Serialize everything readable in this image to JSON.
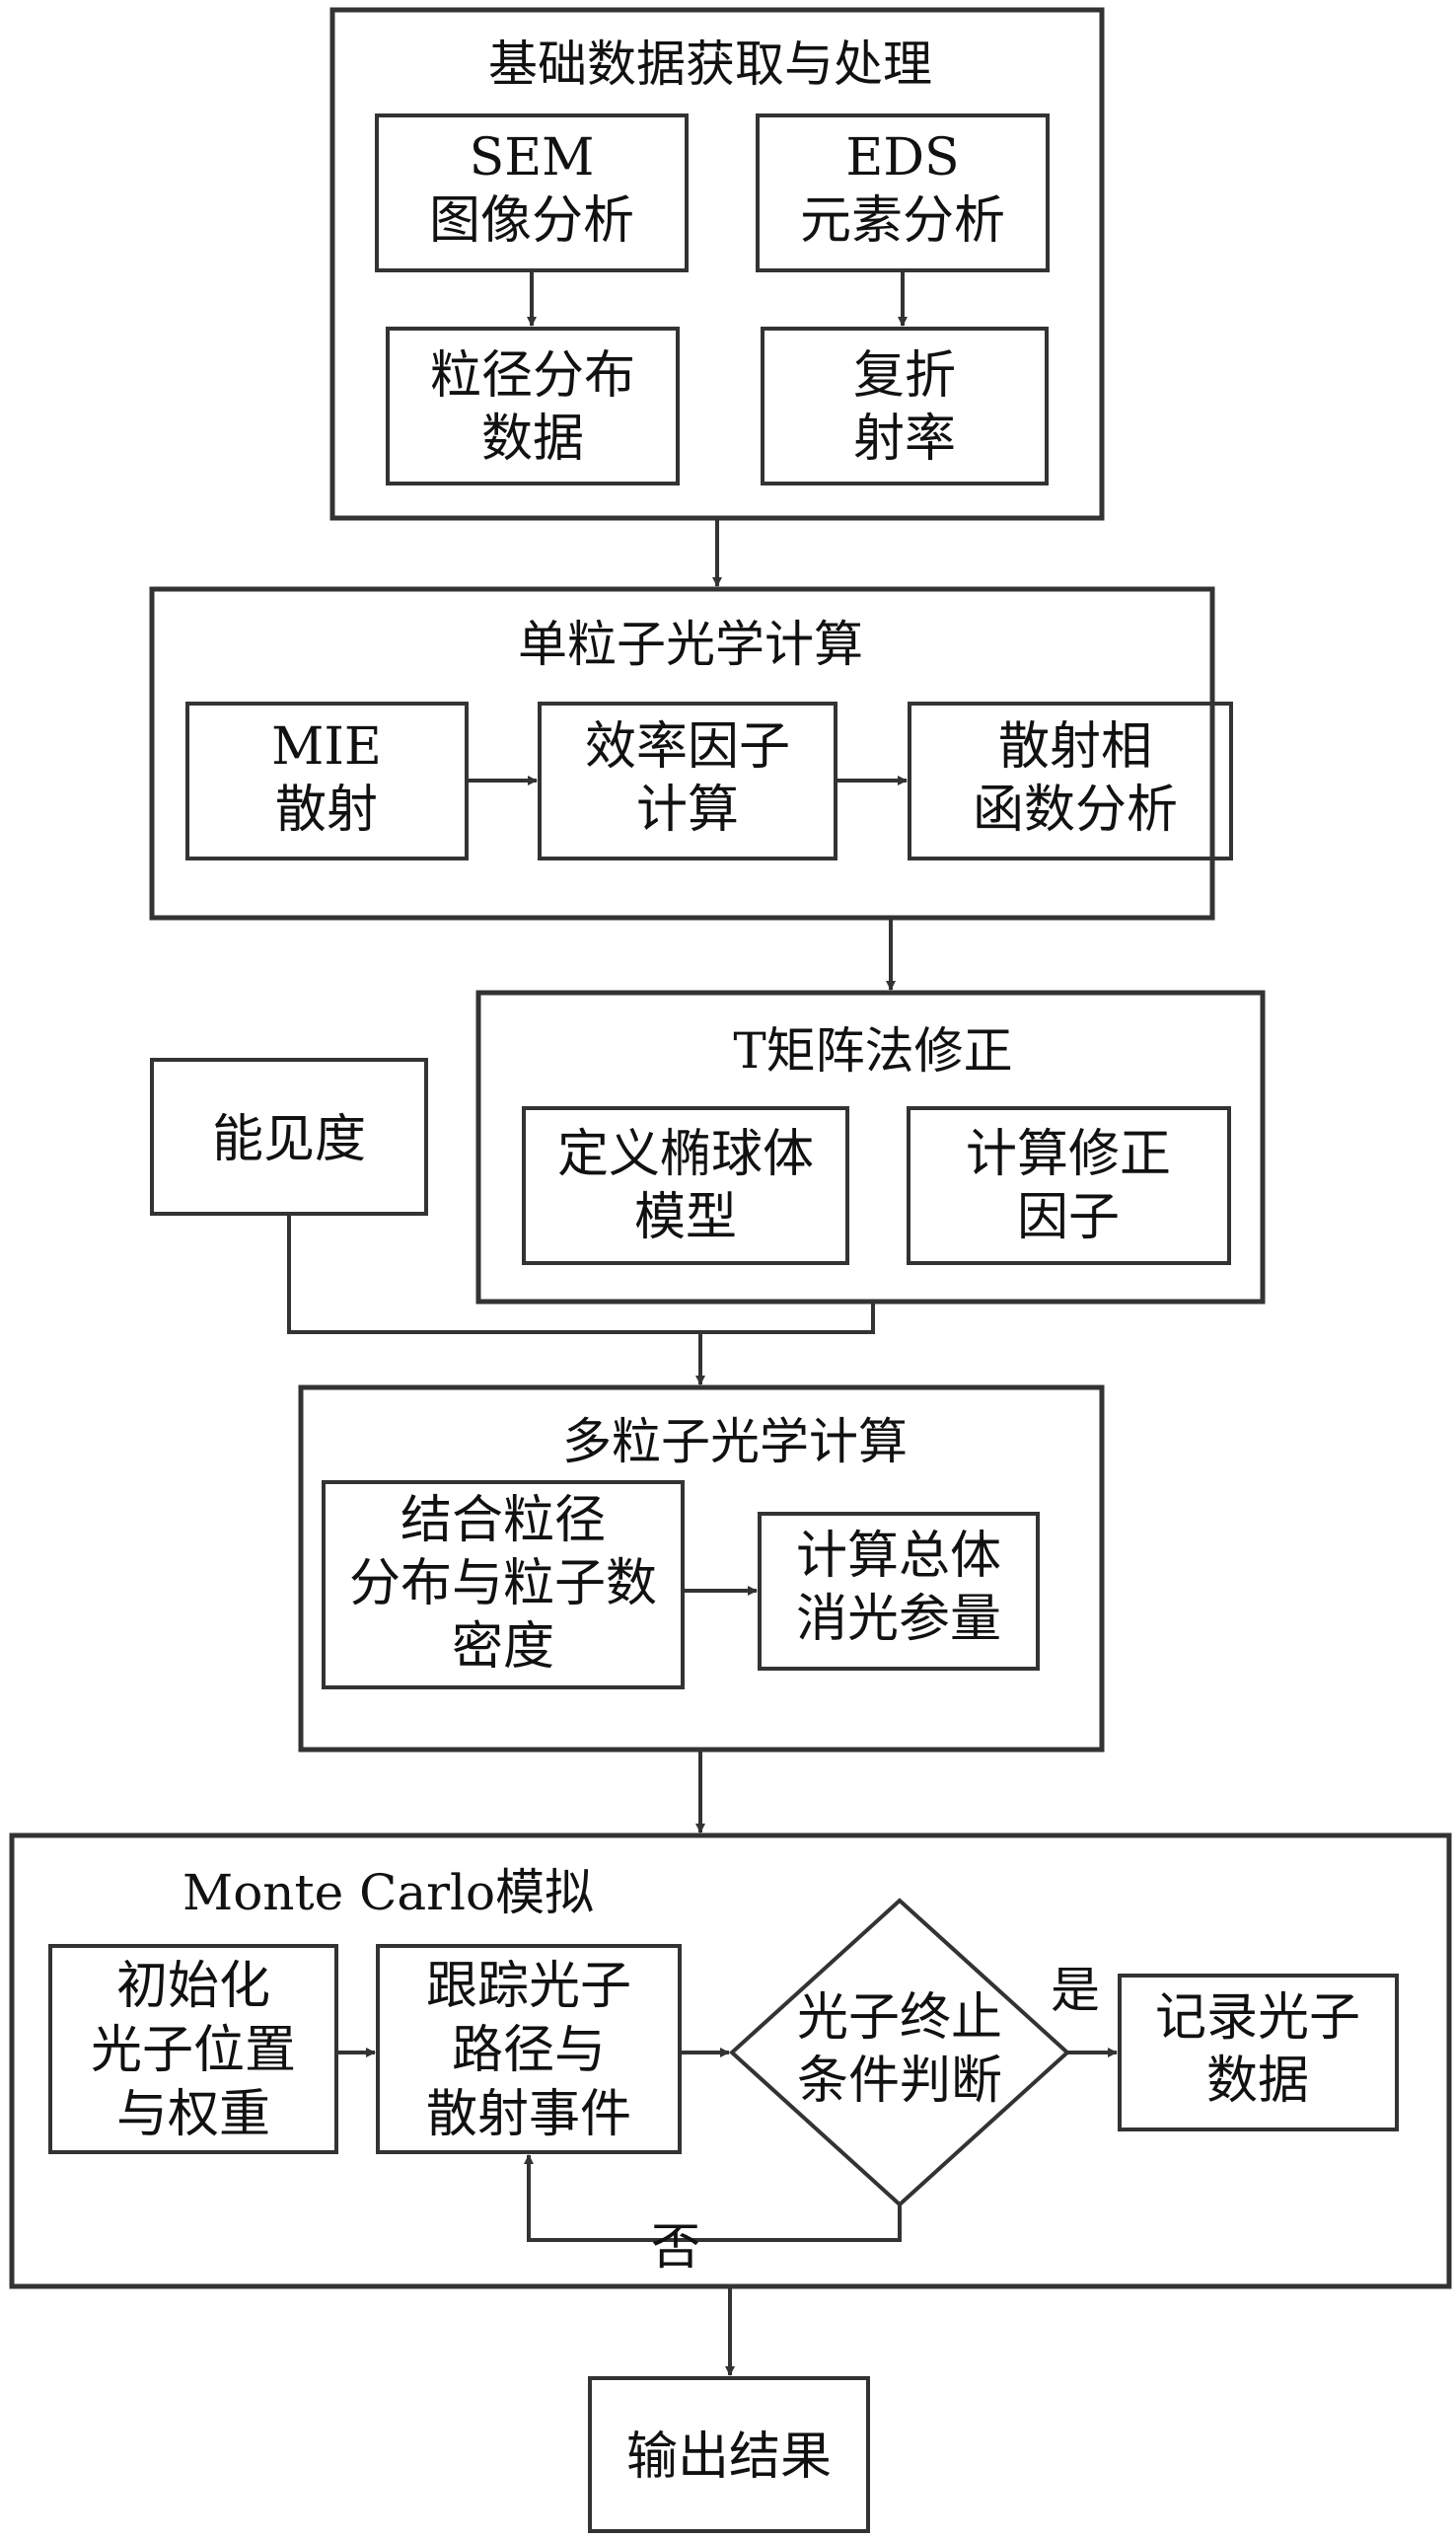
{
  "stage1": {
    "title": "基础数据获取与处理",
    "sem": [
      "SEM",
      "图像分析"
    ],
    "eds": [
      "EDS",
      "元素分析"
    ],
    "psd": [
      "粒径分布",
      "数据"
    ],
    "refr": [
      "复折",
      "射率"
    ]
  },
  "stage2": {
    "title": "单粒子光学计算",
    "mie": [
      "MIE",
      "散射"
    ],
    "eff": [
      "效率因子",
      "计算"
    ],
    "phase": [
      "散射相",
      "函数分析"
    ]
  },
  "stage3": {
    "title": "T矩阵法修正",
    "ellipsoid": [
      "定义椭球体",
      "模型"
    ],
    "corr": [
      "计算修正",
      "因子"
    ]
  },
  "visibility": "能见度",
  "stage4": {
    "title": "多粒子光学计算",
    "combine": [
      "结合粒径",
      "分布与粒子数",
      "密度"
    ],
    "total": [
      "计算总体",
      "消光参量"
    ]
  },
  "stage5": {
    "title": "Monte Carlo模拟",
    "init": [
      "初始化",
      "光子位置",
      "与权重"
    ],
    "track": [
      "跟踪光子",
      "路径与",
      "散射事件"
    ],
    "judge": [
      "光子终止",
      "条件判断"
    ],
    "record": [
      "记录光子",
      "数据"
    ],
    "yes": "是",
    "no": "否"
  },
  "output": "输出结果",
  "colors": {
    "stroke": "#333333",
    "text": "#111111",
    "background": "#ffffff"
  }
}
